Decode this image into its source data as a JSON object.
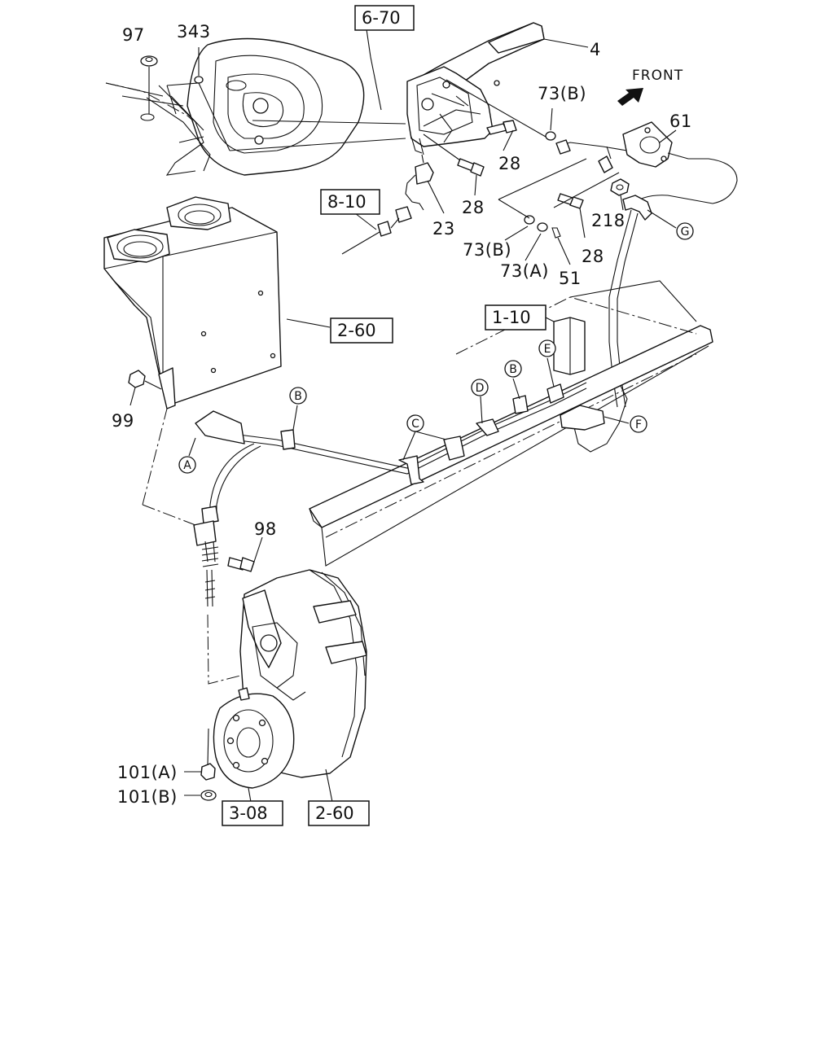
{
  "direction": "FRONT",
  "part_numbers": {
    "p97": "97",
    "p343": "343",
    "p4": "4",
    "p73b_top": "73(B)",
    "p61": "61",
    "p28_a": "28",
    "p28_b": "28",
    "p28_c": "28",
    "p23": "23",
    "p218": "218",
    "p73b_bottom": "73(B)",
    "p73a": "73(A)",
    "p51": "51",
    "p99": "99",
    "p98": "98",
    "p101a": "101(A)",
    "p101b": "101(B)"
  },
  "section_refs": {
    "r6_70": "6-70",
    "r8_10": "8-10",
    "r2_60_top": "2-60",
    "r1_10": "1-10",
    "r3_08": "3-08",
    "r2_60_bottom": "2-60"
  },
  "callouts": {
    "A": "A",
    "B_left": "B",
    "B_right": "B",
    "C": "C",
    "D": "D",
    "E": "E",
    "F": "F",
    "G": "G"
  },
  "colors": {
    "line": "#111111",
    "background": "#ffffff"
  }
}
